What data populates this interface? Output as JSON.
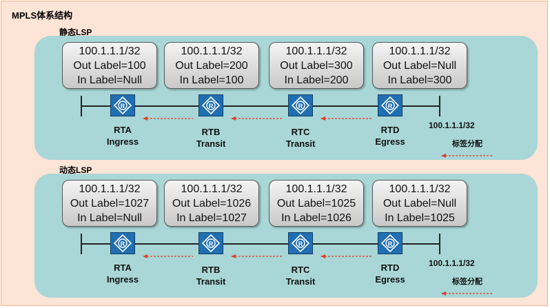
{
  "title": "MPLS体系结构",
  "colors": {
    "background": "#fce4d6",
    "panel": "#a9d6d6",
    "router": "#1f6fb2",
    "arrow": "#d9412b"
  },
  "router_icon": "router-icon",
  "sections": [
    {
      "label": "静态LSP",
      "cards": [
        {
          "line1": "100.1.1.1/32",
          "line2": "Out Label=100",
          "line3": "In Label=Null"
        },
        {
          "line1": "100.1.1.1/32",
          "line2": "Out Label=200",
          "line3": "In Label=100"
        },
        {
          "line1": "100.1.1.1/32",
          "line2": "Out Label=300",
          "line3": "In Label=200"
        },
        {
          "line1": "100.1.1.1/32",
          "line2": "Out Label=Null",
          "line3": "In Label=300"
        }
      ],
      "routers": [
        {
          "name": "RTA",
          "role": "Ingress"
        },
        {
          "name": "RTB",
          "role": "Transit"
        },
        {
          "name": "RTC",
          "role": "Transit"
        },
        {
          "name": "RTD",
          "role": "Egress"
        }
      ],
      "destination": "100.1.1.1/32",
      "legend": "标签分配"
    },
    {
      "label": "动态LSP",
      "cards": [
        {
          "line1": "100.1.1.1/32",
          "line2": "Out Label=1027",
          "line3": "In Label=Null"
        },
        {
          "line1": "100.1.1.1/32",
          "line2": "Out Label=1026",
          "line3": "In Label=1027"
        },
        {
          "line1": "100.1.1.1/32",
          "line2": "Out Label=1025",
          "line3": "In Label=1026"
        },
        {
          "line1": "100.1.1.1/32",
          "line2": "Out Label=Null",
          "line3": "In Label=1025"
        }
      ],
      "routers": [
        {
          "name": "RTA",
          "role": "Ingress"
        },
        {
          "name": "RTB",
          "role": "Transit"
        },
        {
          "name": "RTC",
          "role": "Transit"
        },
        {
          "name": "RTD",
          "role": "Egress"
        }
      ],
      "destination": "100.1.1.1/32",
      "legend": "标签分配"
    }
  ]
}
